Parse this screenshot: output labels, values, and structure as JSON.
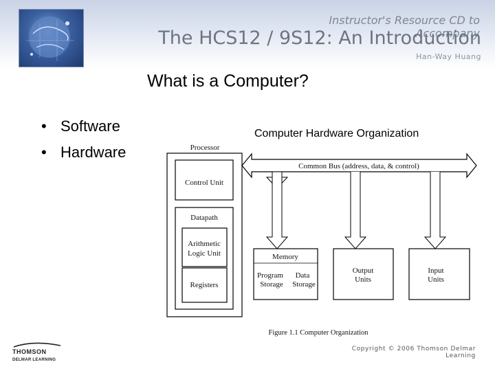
{
  "header": {
    "subtitle": "Instructor's Resource CD to Accompany",
    "title": "The HCS12 / 9S12: An Introduction",
    "author": "Han-Way Huang"
  },
  "slide": {
    "title": "What is a Computer?",
    "bullets": [
      "Software",
      "Hardware"
    ],
    "bullet_symbol": "•"
  },
  "figure": {
    "heading": "Computer Hardware Organization",
    "processor_label": "Processor",
    "control_unit": "Control Unit",
    "datapath": "Datapath",
    "alu_line1": "Arithmetic",
    "alu_line2": "Logic Unit",
    "registers": "Registers",
    "bus_label": "Common Bus (address, data, & control)",
    "memory": "Memory",
    "program_line1": "Program",
    "program_line2": "Storage",
    "data_line1": "Data",
    "data_line2": "Storage",
    "output_line1": "Output",
    "output_line2": "Units",
    "input_line1": "Input",
    "input_line2": "Units",
    "caption": "Figure 1.1 Computer Organization"
  },
  "footer": {
    "publisher_line1": "THOMSON",
    "publisher_line2": "DELMAR LEARNING",
    "copyright": "Copyright © 2006 Thomson Delmar Learning"
  }
}
